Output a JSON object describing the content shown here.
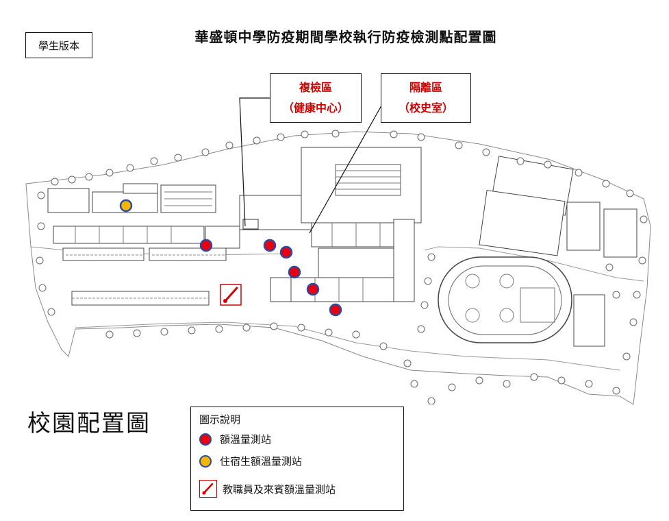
{
  "header": {
    "version_label": "學生版本",
    "title": "華盛頓中學防疫期間學校執行防疫檢測點配置圖"
  },
  "callouts": [
    {
      "line1": "複檢區",
      "line2": "（健康中心）"
    },
    {
      "line1": "隔離區",
      "line2": "（校史室）"
    }
  ],
  "map": {
    "caption": "校園配置圖",
    "colors": {
      "forehead_station": "#e60012",
      "dorm_station": "#f2b705",
      "station_outline": "#2b4aa0",
      "staff_station": "#d00000"
    }
  },
  "legend": {
    "title": "圖示說明",
    "items": [
      {
        "icon": "red-dot-icon",
        "label": "額溫量測站"
      },
      {
        "icon": "yellow-dot-icon",
        "label": "住宿生額溫量測站"
      },
      {
        "icon": "thermometer-icon",
        "label": "教職員及來賓額溫量測站"
      }
    ]
  }
}
